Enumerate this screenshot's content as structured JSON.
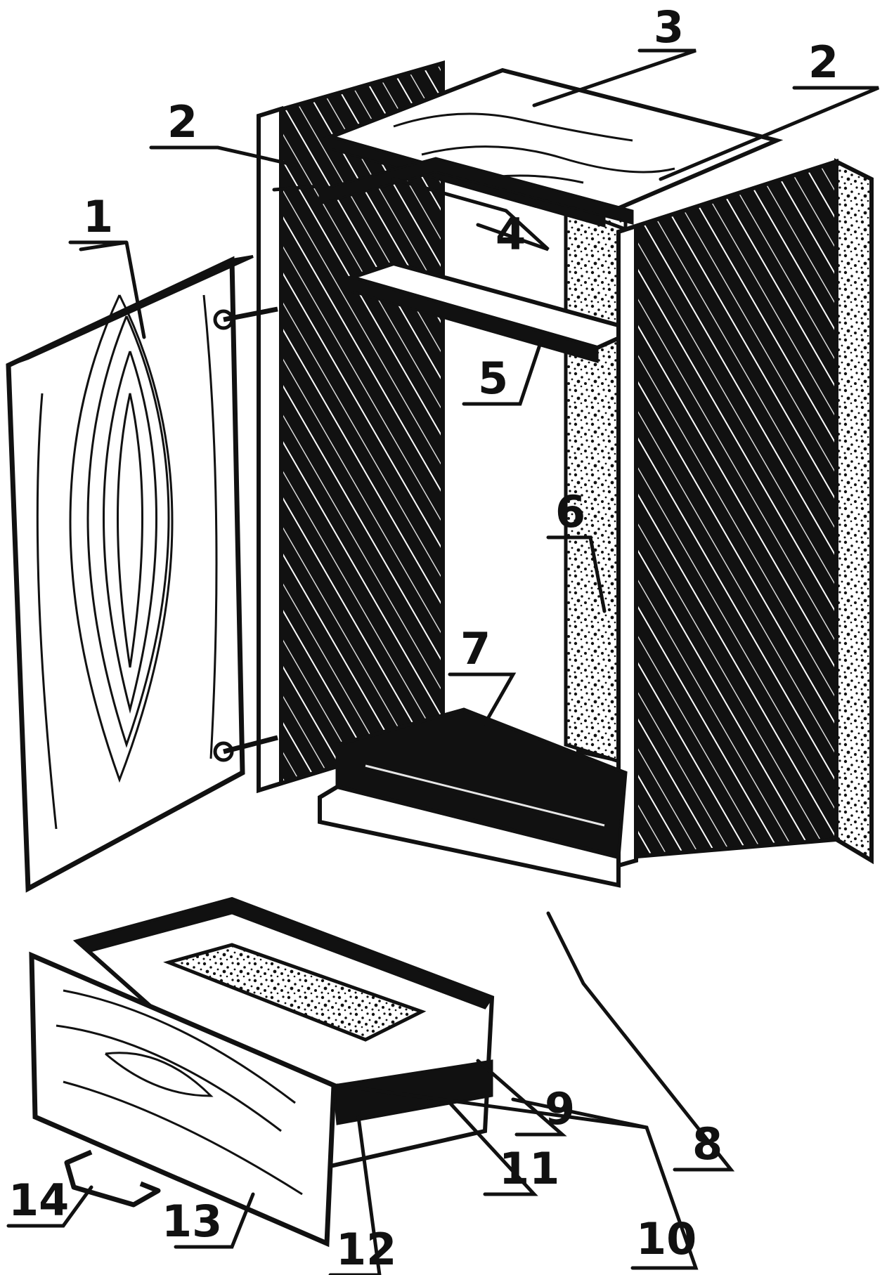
{
  "colors": {
    "ink": "#111111",
    "paper": "#ffffff",
    "wood": "#f4f1ea",
    "speckle": "#cfcfcf"
  },
  "labels": {
    "door": "1",
    "side_left": "2",
    "side_right": "2",
    "top": "3",
    "rail_top": "4",
    "shelf": "5",
    "back": "6",
    "bottom": "7",
    "runner": "8",
    "drawer_inner": "9",
    "drawer_sides": "10",
    "drawer_runner": "11",
    "drawer_guide": "12",
    "drawer_front": "13",
    "handle": "14"
  }
}
